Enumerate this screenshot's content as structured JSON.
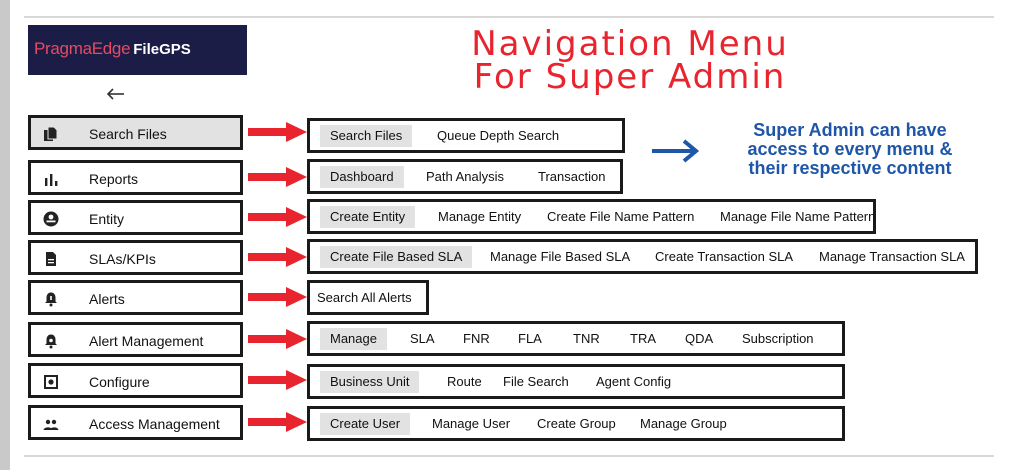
{
  "brand": {
    "name": "PragmaEdge",
    "product": "FileGPS"
  },
  "back_icon": "left-arrow-icon",
  "title_lines": [
    "Navigation Menu",
    "For Super Admin"
  ],
  "note_lines": [
    "Super Admin can have",
    "access to every menu &",
    "their respective content"
  ],
  "colors": {
    "title": "#e8242f",
    "note": "#1e56a8",
    "arrow": "#e8242f",
    "brand_bg": "#1b1d46",
    "selected_chip": "#e2e2e2"
  },
  "nav": [
    {
      "label": "Search Files",
      "icon": "file-copy-icon",
      "active": true
    },
    {
      "label": "Reports",
      "icon": "bar-chart-icon"
    },
    {
      "label": "Entity",
      "icon": "user-circle-icon"
    },
    {
      "label": "SLAs/KPIs",
      "icon": "document-icon"
    },
    {
      "label": "Alerts",
      "icon": "bell-icon"
    },
    {
      "label": "Alert Management",
      "icon": "bell-settings-icon"
    },
    {
      "label": "Configure",
      "icon": "settings-box-icon"
    },
    {
      "label": "Access Management",
      "icon": "group-icon"
    }
  ],
  "menus": [
    [
      "Search Files",
      "Queue Depth Search"
    ],
    [
      "Dashboard",
      "Path Analysis",
      "Transaction"
    ],
    [
      "Create Entity",
      "Manage Entity",
      "Create File Name Pattern",
      "Manage File Name Pattern"
    ],
    [
      "Create File Based SLA",
      "Manage File Based SLA",
      "Create Transaction SLA",
      "Manage Transaction SLA"
    ],
    [
      "Search All Alerts"
    ],
    [
      "Manage",
      "SLA",
      "FNR",
      "FLA",
      "TNR",
      "TRA",
      "QDA",
      "Subscription"
    ],
    [
      "Business Unit",
      "Route",
      "File Search",
      "Agent Config"
    ],
    [
      "Create User",
      "Manage User",
      "Create Group",
      "Manage Group"
    ]
  ]
}
